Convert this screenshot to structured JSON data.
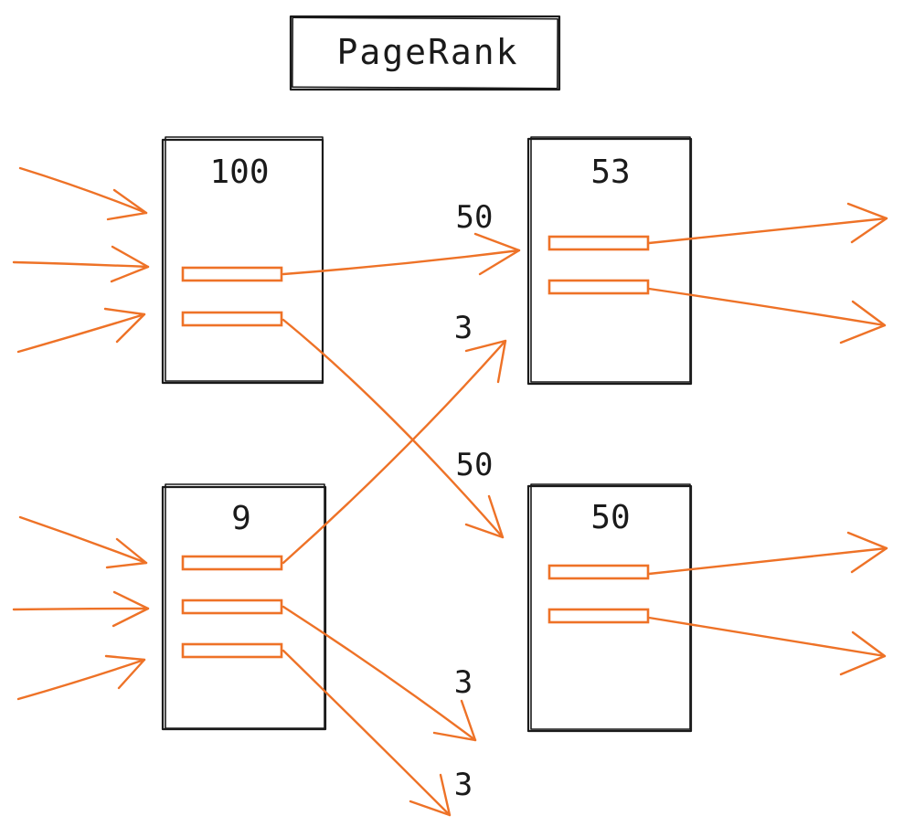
{
  "title": "PageRank",
  "colors": {
    "ink": "#1a1a1a",
    "accent": "#ee7227",
    "background": "#ffffff"
  },
  "pages": [
    {
      "id": "page-a",
      "score": "100"
    },
    {
      "id": "page-b",
      "score": "9"
    },
    {
      "id": "page-c",
      "score": "53"
    },
    {
      "id": "page-d",
      "score": "50"
    }
  ],
  "flows": [
    {
      "from": "page-a",
      "to": "page-c",
      "value": "50"
    },
    {
      "from": "page-b",
      "to": "page-c",
      "value": "3"
    },
    {
      "from": "page-a",
      "to": "page-d",
      "value": "50"
    },
    {
      "from": "page-b",
      "to": "external",
      "value": "3"
    },
    {
      "from": "page-b",
      "to": "external",
      "value": "3"
    }
  ]
}
